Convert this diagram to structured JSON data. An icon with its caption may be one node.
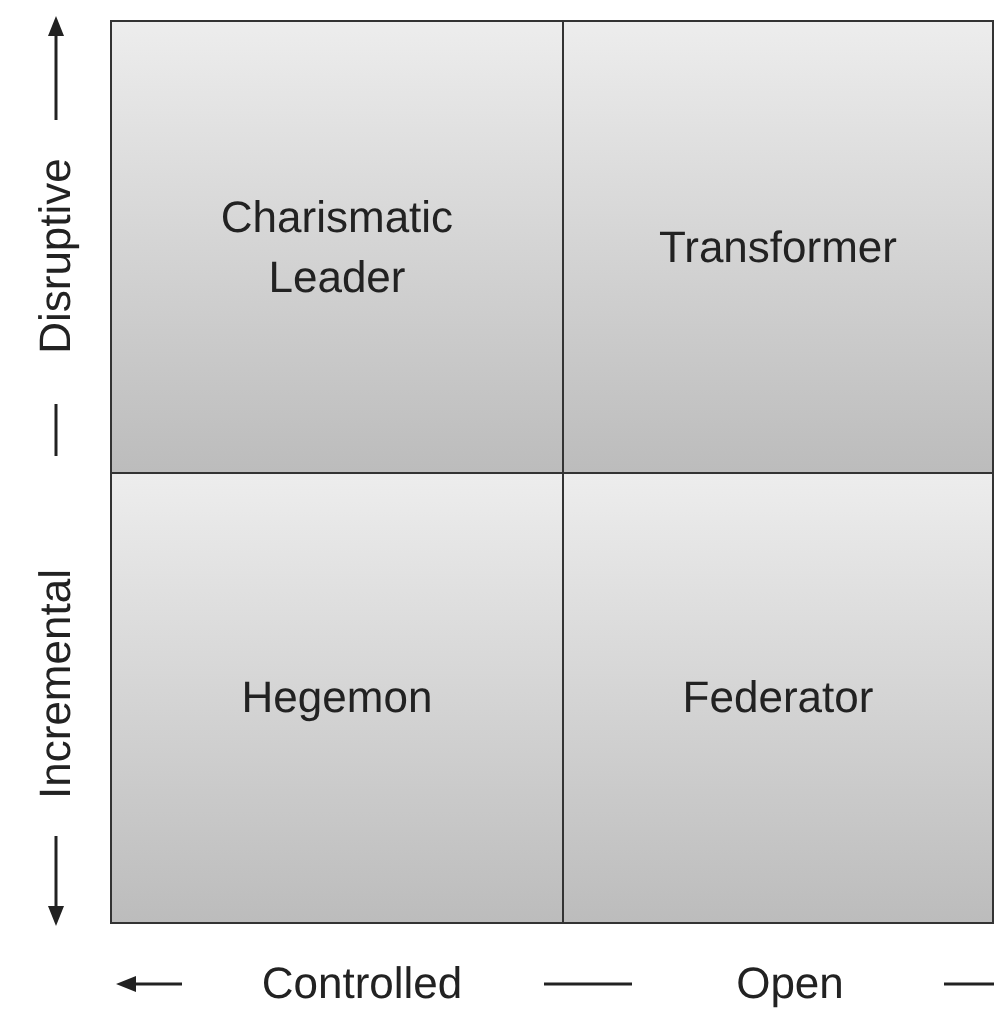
{
  "diagram": {
    "nodes": [
      {
        "text": [
          "Charismatic Leader"
        ]
      },
      {
        "text": [
          "Transformer"
        ]
      },
      {
        "text": [
          "Hegemon"
        ]
      },
      {
        "text": [
          "Federator"
        ]
      }
    ],
    "labels": [
      "Disruptive",
      "Incremental",
      "Controlled",
      "Open"
    ]
  }
}
